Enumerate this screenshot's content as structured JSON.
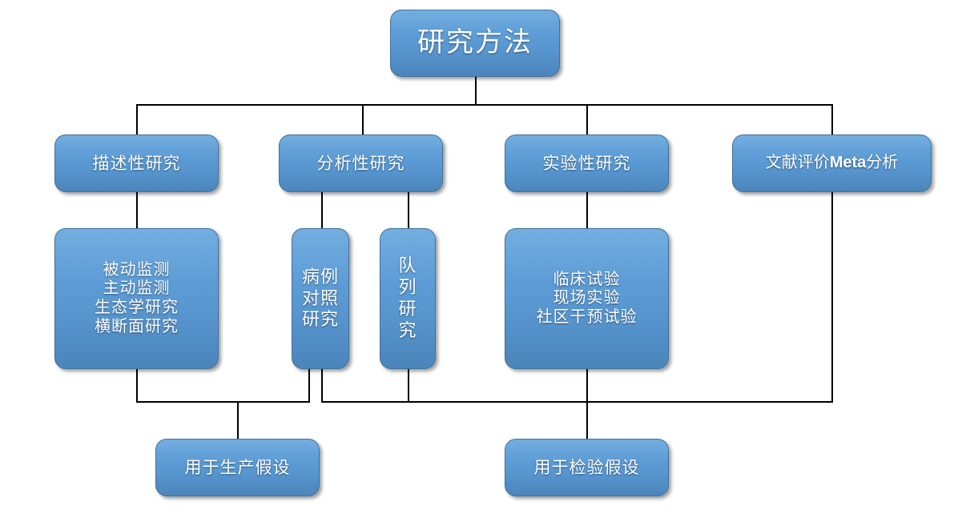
{
  "diagram": {
    "title": "研究方法",
    "accent_color": "#5B9BD5",
    "border_color": "#41719C",
    "line_color": "#000000",
    "text_color": "#FFFFFF",
    "background_color": "#FFFFFF"
  },
  "root": {
    "label": "研究方法"
  },
  "categories": [
    {
      "id": "descriptive",
      "label": "描述性研究"
    },
    {
      "id": "analytical",
      "label": "分析性研究"
    },
    {
      "id": "experimental",
      "label": "实验性研究"
    },
    {
      "id": "meta",
      "label_prefix": "文献评价",
      "label_bold": "Meta",
      "label_suffix": "分析",
      "label": "文献评价Meta分析"
    }
  ],
  "details": {
    "descriptive": {
      "lines": [
        "被动监测",
        "主动监测",
        "生态学研究",
        "横断面研究"
      ]
    },
    "case_control": {
      "label": "病例对照研究",
      "lines": [
        "病例",
        "对照",
        "研究"
      ]
    },
    "cohort": {
      "label": "队列研究",
      "lines": [
        "队",
        "列",
        "研",
        "究"
      ]
    },
    "experimental": {
      "lines": [
        "临床试验",
        "现场实验",
        "社区干预试验"
      ]
    }
  },
  "outcomes": [
    {
      "id": "generate",
      "label": "用于生产假设"
    },
    {
      "id": "test",
      "label": "用于检验假设"
    }
  ]
}
